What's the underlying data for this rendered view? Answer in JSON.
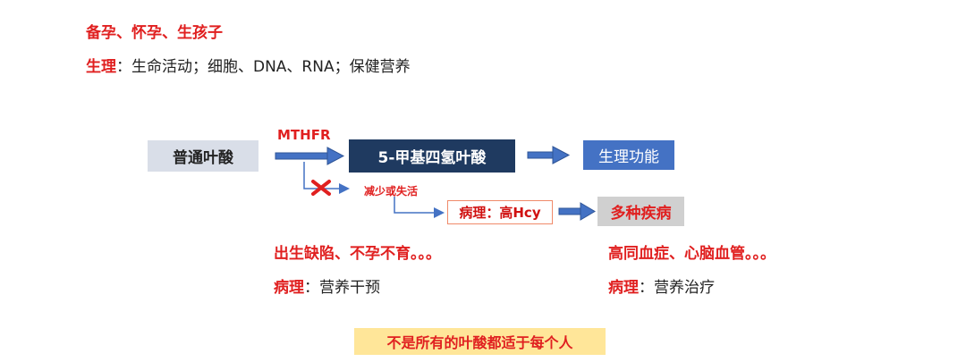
{
  "header": {
    "line1": "备孕、怀孕、生孩子",
    "line2_label": "生理",
    "line2_text": "：生命活动；细胞、DNA、RNA；保健营养"
  },
  "diagram": {
    "folate": "普通叶酸",
    "enzyme": "MTHFR",
    "methylfolate": "5-甲基四氢叶酸",
    "physiology": "生理功能",
    "reduced": "减少或失活",
    "hcy_label": "病理：高Hcy",
    "diseases": "多种疾病"
  },
  "left_block": {
    "defects": "出生缺陷、不孕不育。。。",
    "pathology_label": "病理",
    "pathology_text": "：营养干预"
  },
  "right_block": {
    "conditions": "高同血症、心脑血管。。。",
    "pathology_label": "病理",
    "pathology_text": "：营养治疗"
  },
  "note": "不是所有的叶酸都适于每个人",
  "colors": {
    "accent_red": "#e02020",
    "arrow_blue": "#4472c4",
    "dark_box": "#1f3a60",
    "highlight": "#ffe699"
  }
}
